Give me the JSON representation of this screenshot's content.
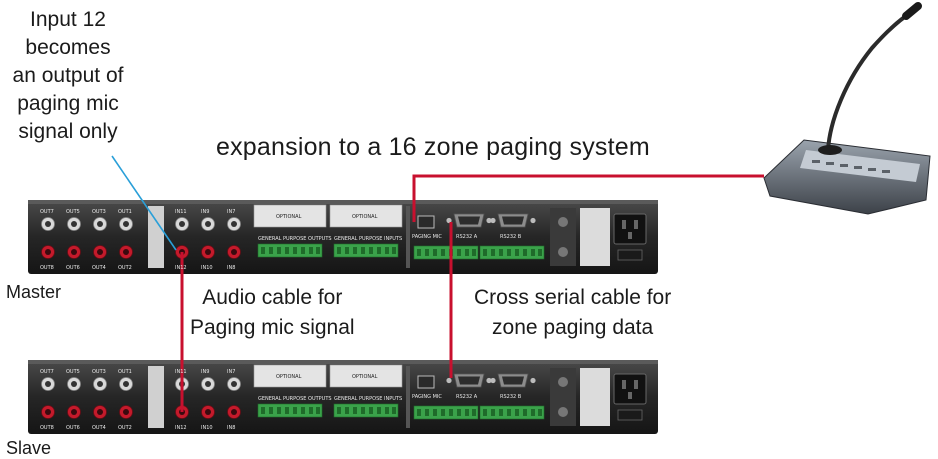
{
  "callout": {
    "lines": [
      "Input 12",
      "becomes",
      "an output of",
      "paging mic",
      "signal only"
    ]
  },
  "title": "expansion to a 16 zone paging system",
  "labels": {
    "master": "Master",
    "slave": "Slave"
  },
  "audio_cable": {
    "lines": [
      "Audio cable for",
      "Paging mic signal"
    ]
  },
  "serial_cable": {
    "lines": [
      "Cross serial cable for",
      "zone paging data"
    ]
  },
  "device_panel": {
    "outputs_top": [
      "OUT7",
      "OUT5",
      "OUT3",
      "OUT1"
    ],
    "outputs_bottom": [
      "OUT8",
      "OUT6",
      "OUT4",
      "OUT2"
    ],
    "inputs_top": [
      "IN11",
      "IN9",
      "IN7"
    ],
    "inputs_bottom": [
      "IN12",
      "IN10",
      "IN8"
    ],
    "optional_label": "OPTIONAL",
    "gp_outputs_label": "GENERAL PURPOSE OUTPUTS",
    "gp_inputs_label": "GENERAL PURPOSE INPUTS",
    "paging_port_label": "PAGING MIC",
    "rs232_a_label": "RS232 A",
    "rs232_b_label": "RS232 B"
  },
  "colors": {
    "cable": "#c8102e",
    "leader_line": "#2a9fd8",
    "chassis": "#2b2b2b",
    "terminal": "#3aa24a"
  }
}
